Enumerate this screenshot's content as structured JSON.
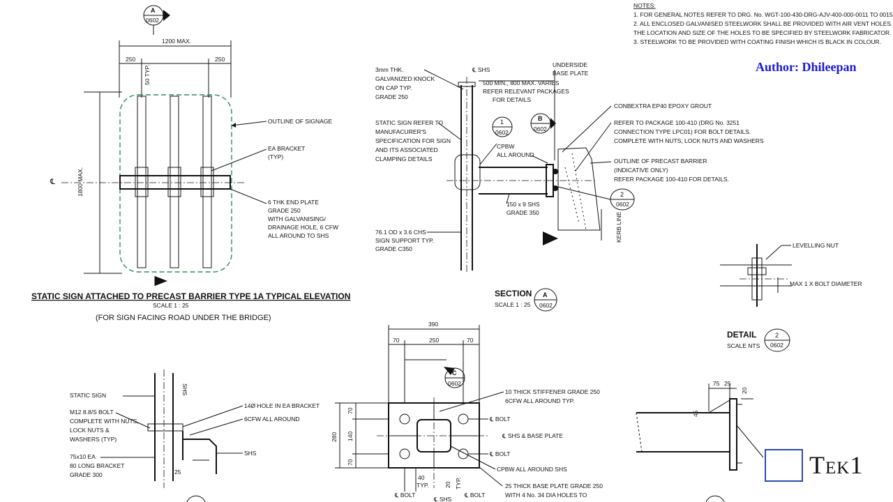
{
  "author": "Author: Dhileepan",
  "logo": "Tek1",
  "notes": {
    "heading": "NOTES:",
    "items": [
      "1.   FOR GENERAL NOTES REFER TO DRG. No. WGT-100-430-DRG-AJV-400-000-0011 TO 0015.",
      "2.   ALL ENCLOSED GALVANISED STEELWORK SHALL BE PROVIDED WITH AIR VENT HOLES.",
      "      THE LOCATION AND SIZE OF THE HOLES TO BE SPECIFIED BY STEELWORK FABRICATOR.",
      "3.   STEELWORK TO BE PROVIDED WITH COATING FINISH WHICH IS BLACK IN COLOUR."
    ]
  },
  "elevation": {
    "marker_letter": "A",
    "marker_ref": "0602",
    "dim_total": "1200 MAX.",
    "dim_left": "250",
    "dim_right": "250",
    "dim_typ": "50 TYP.",
    "dim_height": "1800 MAX.",
    "cl": "℄",
    "label_outline": "OUTLINE OF SIGNAGE",
    "label_ea": [
      "EA BRACKET",
      "(TYP)"
    ],
    "label_plate": [
      "6 THK END PLATE",
      "GRADE 250",
      "WITH GALVANISING/",
      "DRAINAGE HOLE, 6 CFW",
      "ALL AROUND TO SHS"
    ],
    "title": "STATIC SIGN ATTACHED TO PRECAST BARRIER TYPE 1A TYPICAL ELEVATION",
    "scale": "SCALE  1 : 25",
    "subtitle": "(FOR SIGN FACING ROAD UNDER THE BRIDGE)"
  },
  "section": {
    "label_knock": [
      "3mm THK.",
      "GALVANIZED KNOCK",
      "ON CAP TYP.",
      "GRADE 250"
    ],
    "label_static": [
      "STATIC SIGN REFER TO",
      "MANUFACURER'S",
      "SPECIFICATION FOR SIGN",
      "AND ITS ASSOCIATED",
      "CLAMPING DETAILS"
    ],
    "label_chs": [
      "76.1 OD x 3.6 CHS",
      "SIGN SUPPORT TYP.",
      "GRADE C350"
    ],
    "label_shs_cl": "℄ SHS",
    "label_underside": [
      "UNDERSIDE",
      "BASE PLATE"
    ],
    "label_vary": [
      "500 MIN., 800 MAX. VARIES",
      "REFER RELEVANT PACKAGES",
      "FOR DETAILS"
    ],
    "marker1": "1",
    "marker1_ref": "0602",
    "markerB": "B",
    "markerB_ref": "0602",
    "label_cpbw": [
      "CPBW",
      "ALL AROUND"
    ],
    "label_shs": [
      "150 x 9 SHS",
      "GRADE 350"
    ],
    "label_grout": "CONBEXTRA EP40 EPOXY GROUT",
    "label_pkg": [
      "REFER TO PACKAGE 100-410 (DRG No. 3251",
      "CONNECTION TYPE LPC01) FOR BOLT DETAILS.",
      "COMPLETE WITH NUTS, LOCK NUTS AND WASHERS"
    ],
    "label_barrier": [
      "OUTLINE OF PRECAST BARRIER",
      "(INDICATIVE ONLY)",
      "REFER PACKAGE 100-410 FOR DETAILS."
    ],
    "marker2": "2",
    "marker2_ref": "0602",
    "kerb": "KERB LINE",
    "title": "SECTION",
    "scale": "SCALE  1 : 25",
    "title_marker": "A",
    "title_ref": "0602"
  },
  "detail2": {
    "label_nut": "LEVELLING NUT",
    "label_max": "MAX 1 X BOLT DIAMETER",
    "title": "DETAIL",
    "scale": "SCALE  NTS",
    "marker": "2",
    "marker_ref": "0602"
  },
  "detail1": {
    "label_static": "STATIC SIGN",
    "label_bolt": [
      "M12 8.8/S BOLT",
      "COMPLETE WITH NUTS,",
      "LOCK NUTS &",
      "WASHERS (TYP)"
    ],
    "label_ea": [
      "75x10 EA",
      "80 LONG BRACKET",
      "GRADE 300"
    ],
    "label_hole": "14Ø HOLE IN EA BRACKET",
    "label_cfw": "6CFW ALL AROUND",
    "label_shs": "SHS",
    "label_shs_vert": "SHS",
    "dim_25": "25"
  },
  "plan": {
    "dim_total": "390",
    "dim_left": "70",
    "dim_mid": "250",
    "dim_right": "70",
    "dim_h_total": "280",
    "dim_h_top": "70",
    "dim_h_mid": "140",
    "dim_h_bot": "70",
    "markerC": "C",
    "markerC_ref": "0602",
    "label_stiffener": [
      "10 THICK STIFFENER GRADE 250",
      "6CFW ALL AROUND TYP."
    ],
    "label_bolt_top": "℄ BOLT",
    "label_shs_cl": "℄ SHS & BASE PLATE",
    "label_bolt_bot": "℄ BOLT",
    "label_cpbw": "CPBW ALL AROUND SHS",
    "label_base": [
      "25 THICK BASE PLATE GRADE 250",
      "WITH 4 No. 34 DIA HOLES TO"
    ],
    "dim_40": "40",
    "dim_typ": "TYP.",
    "dim_20": "20",
    "dim_typ2": "TYP.",
    "cl_bolt_l": "℄ BOLT",
    "cl_shs": "℄ SHS",
    "cl_bolt_r": "℄ BOLT"
  },
  "detail3": {
    "dim_75": "75",
    "dim_25": "25",
    "dim_20": "20",
    "dim_45": "45"
  }
}
